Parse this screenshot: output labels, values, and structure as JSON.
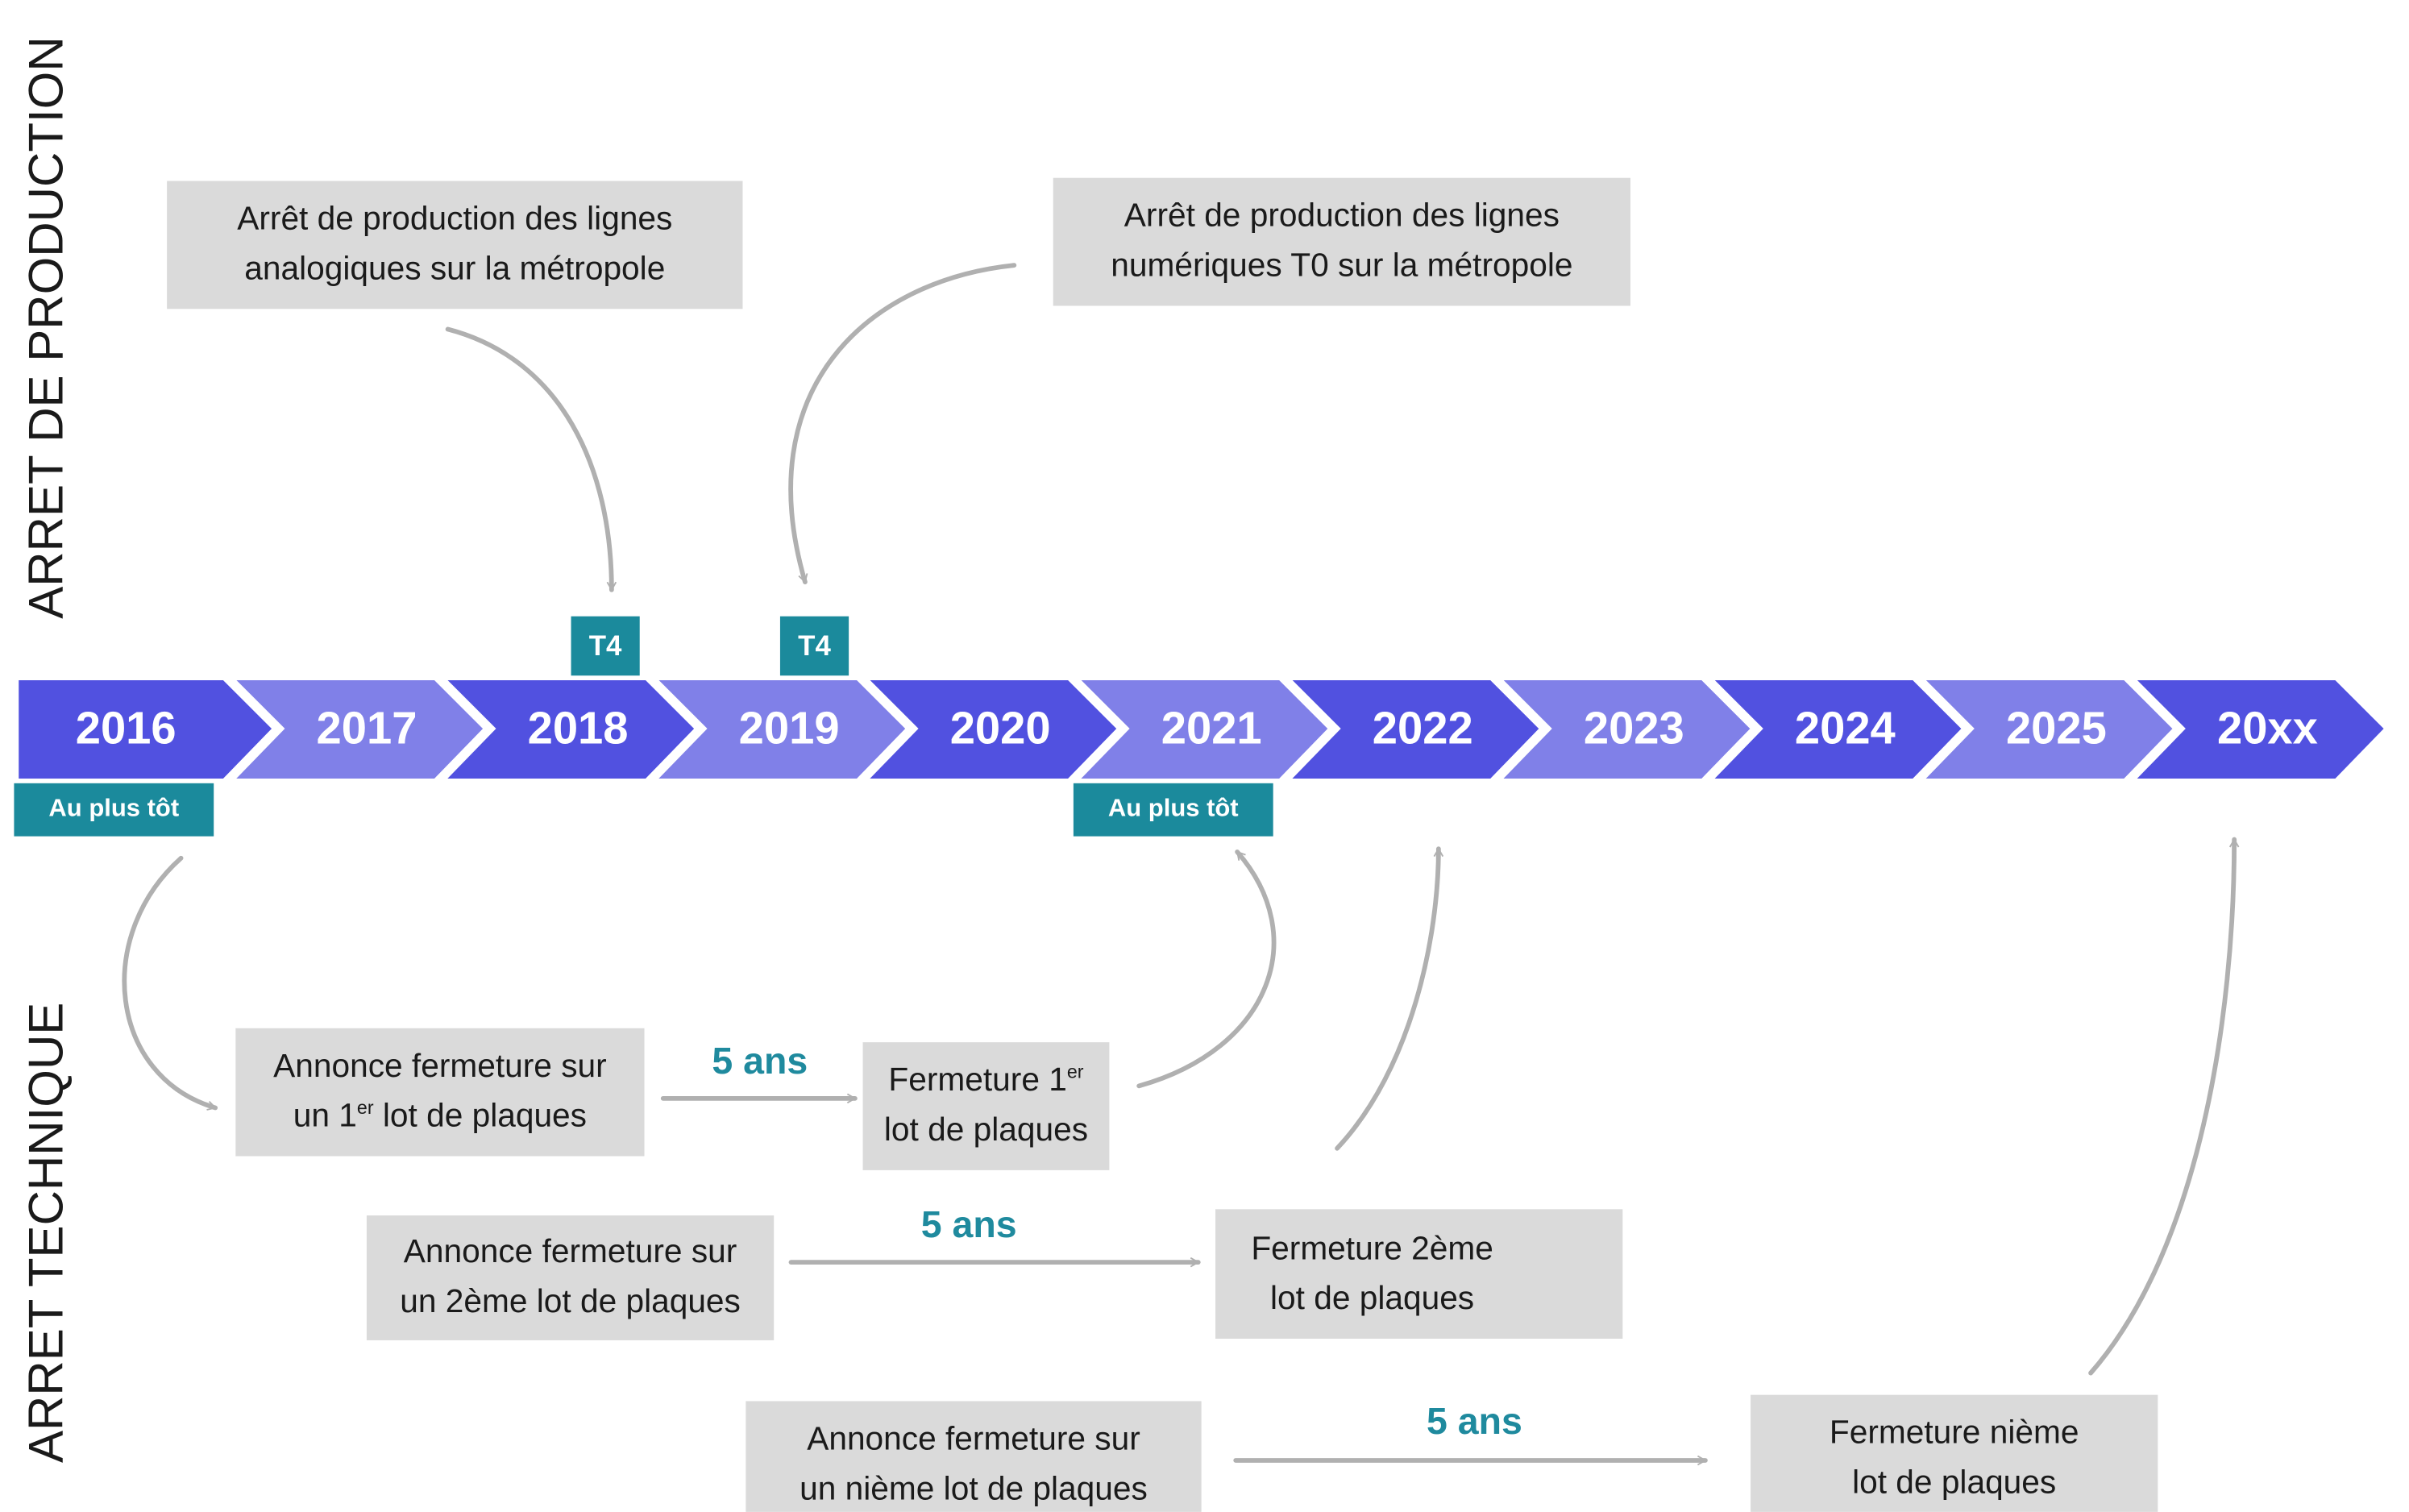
{
  "sections": {
    "production": "ARRET DE PRODUCTION",
    "technique": "ARRET TECHNIQUE"
  },
  "years": [
    "2016",
    "2017",
    "2018",
    "2019",
    "2020",
    "2021",
    "2022",
    "2023",
    "2024",
    "2025",
    "20xx"
  ],
  "colors": {
    "dark_segment": "#5151e0",
    "light_segment": "#8080e8",
    "tag": "#1b8a9c",
    "duration_text": "#1f8a9e",
    "box": "#dadada",
    "arrow": "#b0b0b0"
  },
  "tags": {
    "t4_2018": "T4",
    "t4_2019": "T4",
    "plus_tot_2016": "Au plus tôt",
    "plus_tot_2021": "Au plus tôt"
  },
  "production_boxes": {
    "analog": {
      "line1": "Arrêt de production des lignes",
      "line2": "analogiques sur la métropole"
    },
    "numeric": {
      "line1": "Arrêt de production des lignes",
      "line2": "numériques T0 sur la métropole"
    }
  },
  "technique_rows": [
    {
      "announce": {
        "line1": "Annonce fermeture sur",
        "line2_pre": "un 1",
        "line2_sup": "er",
        "line2_post": " lot de plaques"
      },
      "duration": "5 ans",
      "closure": {
        "line1_pre": "Fermeture 1",
        "line1_sup": "er",
        "line2": "lot de plaques"
      }
    },
    {
      "announce": {
        "line1": "Annonce fermeture sur",
        "line2": "un 2ème lot de plaques"
      },
      "duration": "5 ans",
      "closure": {
        "line1": "Fermeture 2ème",
        "line2": "lot de plaques"
      }
    },
    {
      "announce": {
        "line1": "Annonce fermeture sur",
        "line2": "un nième lot de plaques"
      },
      "duration": "5 ans",
      "closure": {
        "line1": "Fermeture nième",
        "line2": "lot de plaques"
      }
    }
  ]
}
